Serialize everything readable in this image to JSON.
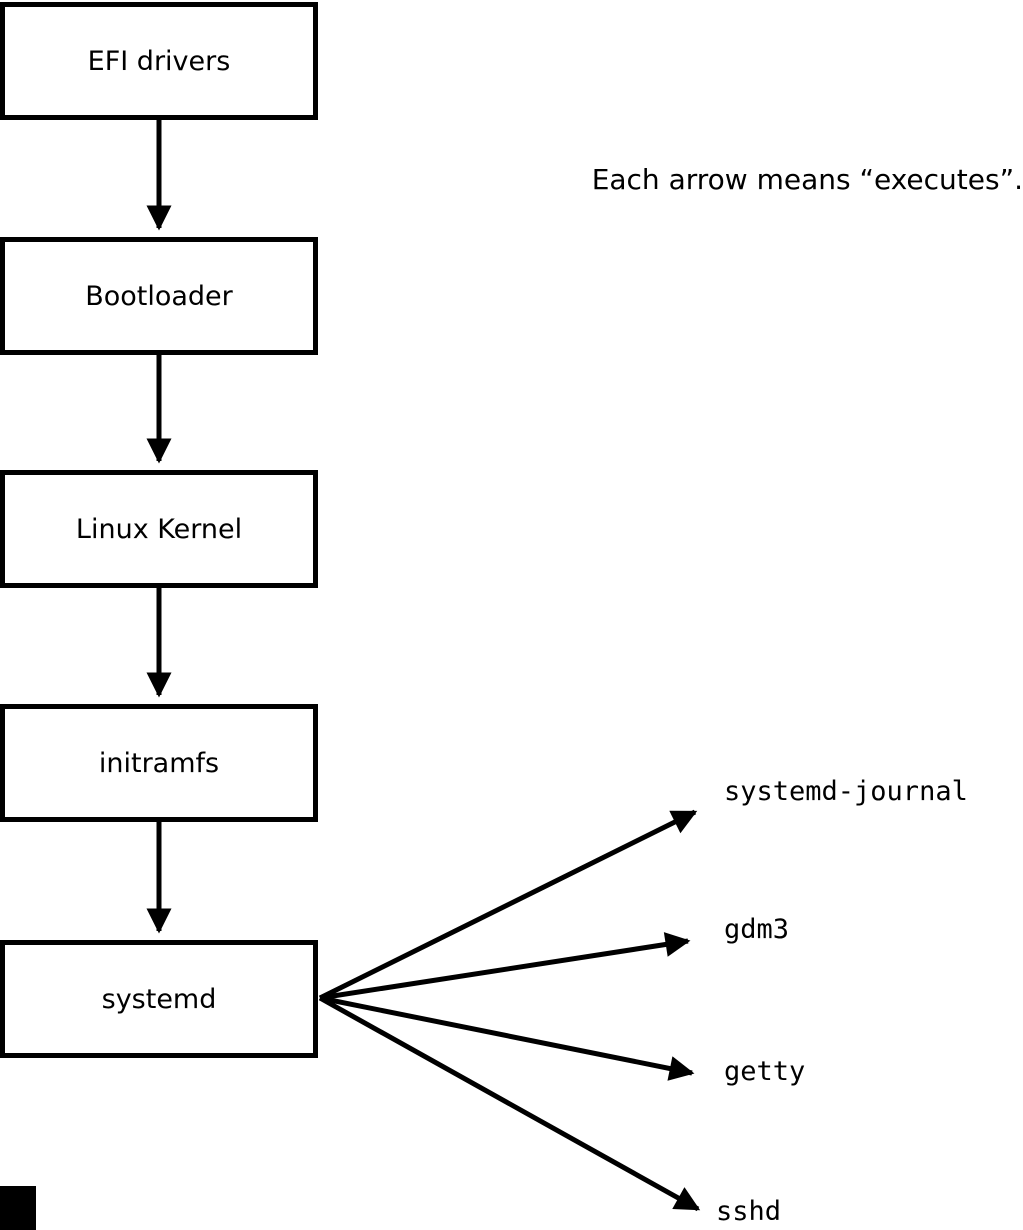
{
  "note": "Each arrow means “executes”.",
  "boxes": [
    {
      "label": "EFI drivers"
    },
    {
      "label": "Bootloader"
    },
    {
      "label": "Linux Kernel"
    },
    {
      "label": "initramfs"
    },
    {
      "label": "systemd"
    }
  ],
  "targets": [
    {
      "label": "systemd-journal"
    },
    {
      "label": "gdm3"
    },
    {
      "label": "getty"
    },
    {
      "label": "sshd"
    }
  ],
  "colors": {
    "stroke": "#000000",
    "background": "#ffffff"
  }
}
